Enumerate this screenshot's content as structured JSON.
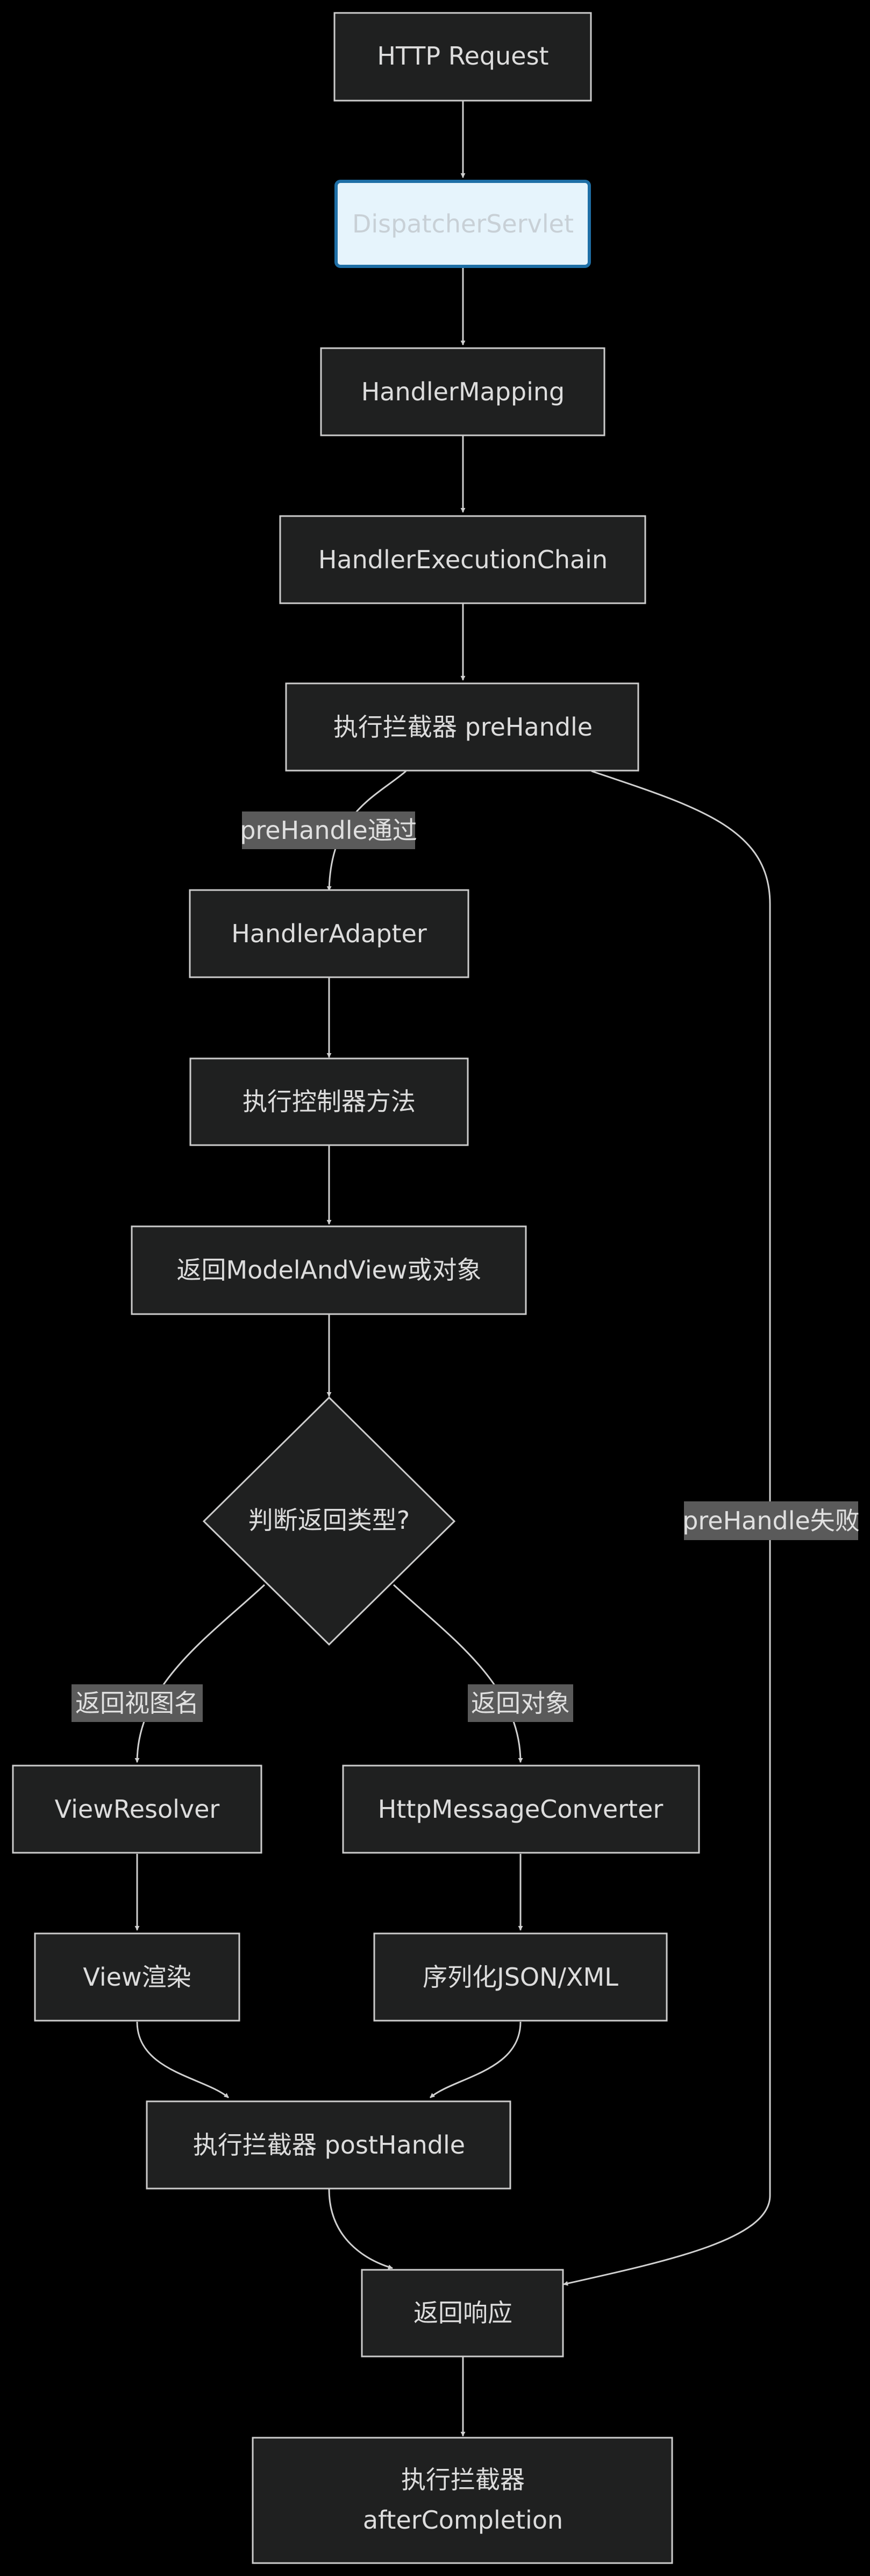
{
  "nodes": {
    "http_request": "HTTP Request",
    "dispatcher_servlet": "DispatcherServlet",
    "handler_mapping": "HandlerMapping",
    "handler_execution_chain": "HandlerExecutionChain",
    "pre_handle": "执行拦截器 preHandle",
    "handler_adapter": "HandlerAdapter",
    "invoke_controller": "执行控制器方法",
    "return_model": "返回ModelAndView或对象",
    "decision": "判断返回类型?",
    "view_resolver": "ViewResolver",
    "message_converter": "HttpMessageConverter",
    "view_render": "View渲染",
    "serialize": "序列化JSON/XML",
    "post_handle": "执行拦截器 postHandle",
    "return_response": "返回响应",
    "after_completion_line1": "执行拦截器",
    "after_completion_line2": "afterCompletion"
  },
  "edge_labels": {
    "prehandle_pass": "preHandle通过",
    "prehandle_fail": "preHandle失败",
    "return_view_name": "返回视图名",
    "return_object": "返回对象"
  },
  "colors": {
    "background": "#000000",
    "node_fill": "#1f2020",
    "node_stroke": "#cccccc",
    "highlight_fill": "#e6f4fc",
    "highlight_stroke": "#1f6fa6",
    "edge": "#d0d0d0",
    "label_bg": "#5a5a5a"
  }
}
